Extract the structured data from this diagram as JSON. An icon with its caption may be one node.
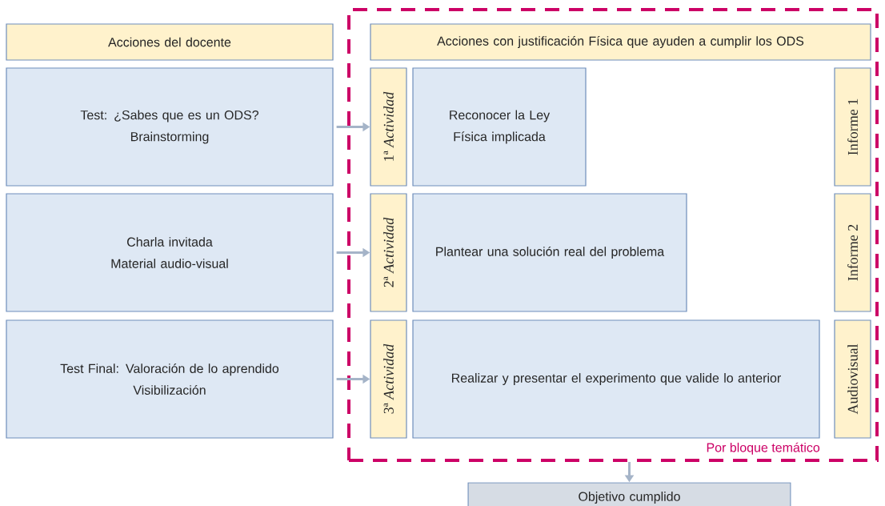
{
  "diagram": {
    "nodes": [
      {
        "text": [
          "Acciones del docente"
        ]
      },
      {
        "text": [
          "Test: ¿Sabes que es un ODS?",
          "Brainstorming"
        ]
      },
      {
        "text": [
          "Charla invitada",
          "Material audio-visual"
        ]
      },
      {
        "text": [
          "Test Final: Valoración de lo aprendido",
          "Visibilización"
        ]
      },
      {
        "text": [
          "Por bloque temático"
        ]
      },
      {
        "text": [
          "Acciones con justificación Física que ayuden a cumplir los ODS"
        ],
        "in": 4
      },
      {
        "text": [
          "1ª *Actividad*"
        ],
        "in": 4
      },
      {
        "text": [
          "Reconocer la Ley Física implicada"
        ],
        "in": 4
      },
      {
        "text": [
          "Informe 1"
        ],
        "in": 4
      },
      {
        "text": [
          "2ª *Actividad*"
        ],
        "in": 4
      },
      {
        "text": [
          "Plantear una solución real del problema"
        ],
        "in": 4
      },
      {
        "text": [
          "Informe 2"
        ],
        "in": 4
      },
      {
        "text": [
          "3ª *Actividad*"
        ],
        "in": 4
      },
      {
        "text": [
          "Realizar y presentar el experimento que valide lo anterior"
        ],
        "in": 4
      },
      {
        "text": [
          "Audiovisual"
        ],
        "in": 4
      },
      {
        "text": [
          "Objetivo cumplido"
        ]
      }
    ],
    "edges": [
      {
        "from": 1,
        "to": 6,
        "arrow": "to"
      },
      {
        "from": 2,
        "to": 9,
        "arrow": "to"
      },
      {
        "from": 3,
        "to": 12,
        "arrow": "to"
      },
      {
        "from": 4,
        "to": 15,
        "arrow": "to"
      }
    ]
  }
}
